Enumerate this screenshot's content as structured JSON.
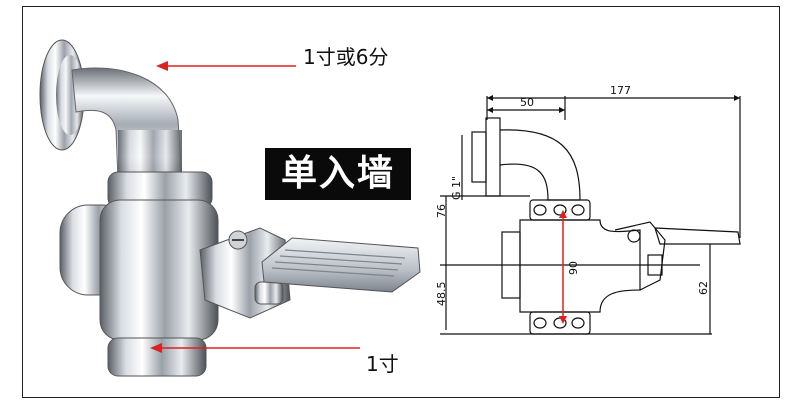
{
  "photo": {
    "badge_text": "单入墙",
    "callout_top": "1寸或6分",
    "callout_bottom": "1寸"
  },
  "drawing": {
    "dim_top_short": "50",
    "dim_top_long": "177",
    "dim_thread": "G 1\"",
    "dim_upper_height": "76",
    "dim_lower_height": "48.5",
    "dim_center": "90",
    "dim_right": "62"
  },
  "colors": {
    "arrow_red": "#e02020",
    "frame": "#222222"
  }
}
